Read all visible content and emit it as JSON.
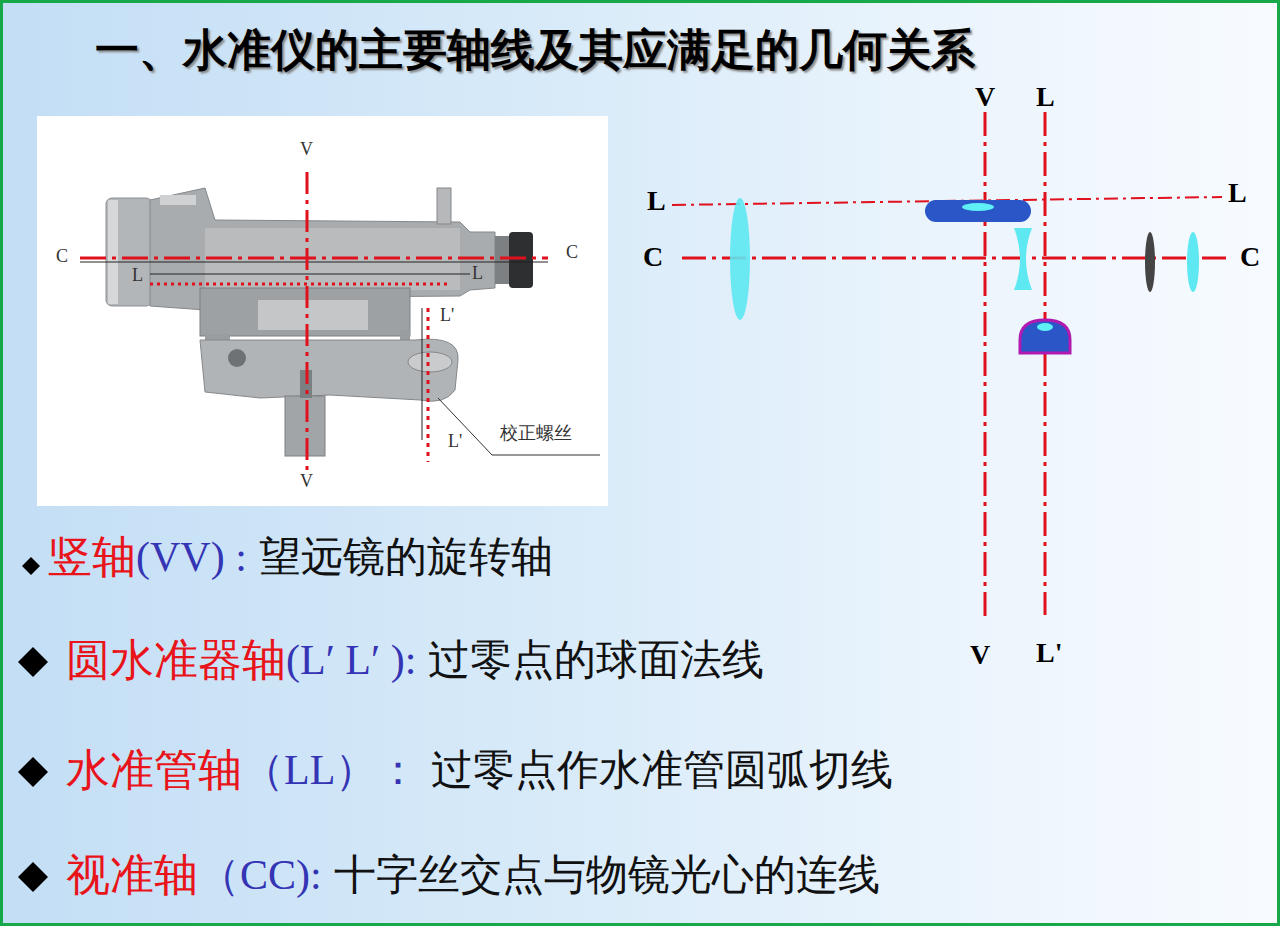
{
  "diagram": {
    "title": "一、水准仪的主要轴线及其应满足的几何关系",
    "labels": [
      "V",
      "C",
      "C",
      "L",
      "L",
      "L'",
      "L'",
      "V",
      "校正螺丝",
      "V",
      "L",
      "L",
      "L",
      "C",
      "C",
      "V",
      "L'",
      "竖轴",
      "(VV) :",
      "望远镜的旋转轴",
      "圆水准器轴",
      "(L′ L′ ):",
      "过零点的球面法线",
      "水准管轴",
      "（LL）：",
      "过零点作水准管圆弧切线",
      "视准轴",
      "（CC):",
      "十字丝交点与物镜光心的连线"
    ]
  }
}
